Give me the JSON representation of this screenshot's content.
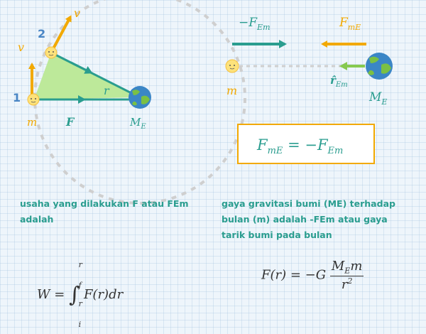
{
  "left_diagram": {
    "velocity_label_top": "v",
    "velocity_label_side": "v",
    "position_1": "1",
    "position_2": "2",
    "mass_label": "m",
    "force_label": "F",
    "radius_label": "r",
    "earth_label": "M",
    "earth_label_sub": "E"
  },
  "right_diagram": {
    "neg_force_label": "−F",
    "neg_force_sub": "Em",
    "force_label": "F",
    "force_sub": "mE",
    "unit_vector_label": "r̂",
    "unit_vector_sub": "Em",
    "mass_label": "m",
    "earth_label": "M",
    "earth_label_sub": "E",
    "equation_lhs": "F",
    "equation_lhs_sub": "mE",
    "equation_op": " = −F",
    "equation_rhs_sub": "Em"
  },
  "left_text": "usaha yang dilakukan F atau FEm adalah",
  "right_text": "gaya gravitasi bumi (ME) terhadap bulan (m) adalah -FEm atau gaya tarik bumi pada bulan",
  "left_formula": {
    "lhs": "W = ",
    "upper": "r",
    "upper_sub": "f",
    "lower": "r",
    "lower_sub": "i",
    "integrand": "F(r)dr"
  },
  "right_formula": {
    "lhs": "F(r) = −G ",
    "num": "M",
    "num_sub": "E",
    "num_tail": "m",
    "den": "r",
    "den_sup": "2"
  },
  "colors": {
    "orange": "#f2a900",
    "teal": "#2a9d8f",
    "green_light": "#bde99a",
    "green": "#86c94f",
    "gray_dashed": "#cfcfcf",
    "blue_number": "#4a86c5"
  },
  "icons": [
    "moon-icon",
    "earth-icon"
  ]
}
